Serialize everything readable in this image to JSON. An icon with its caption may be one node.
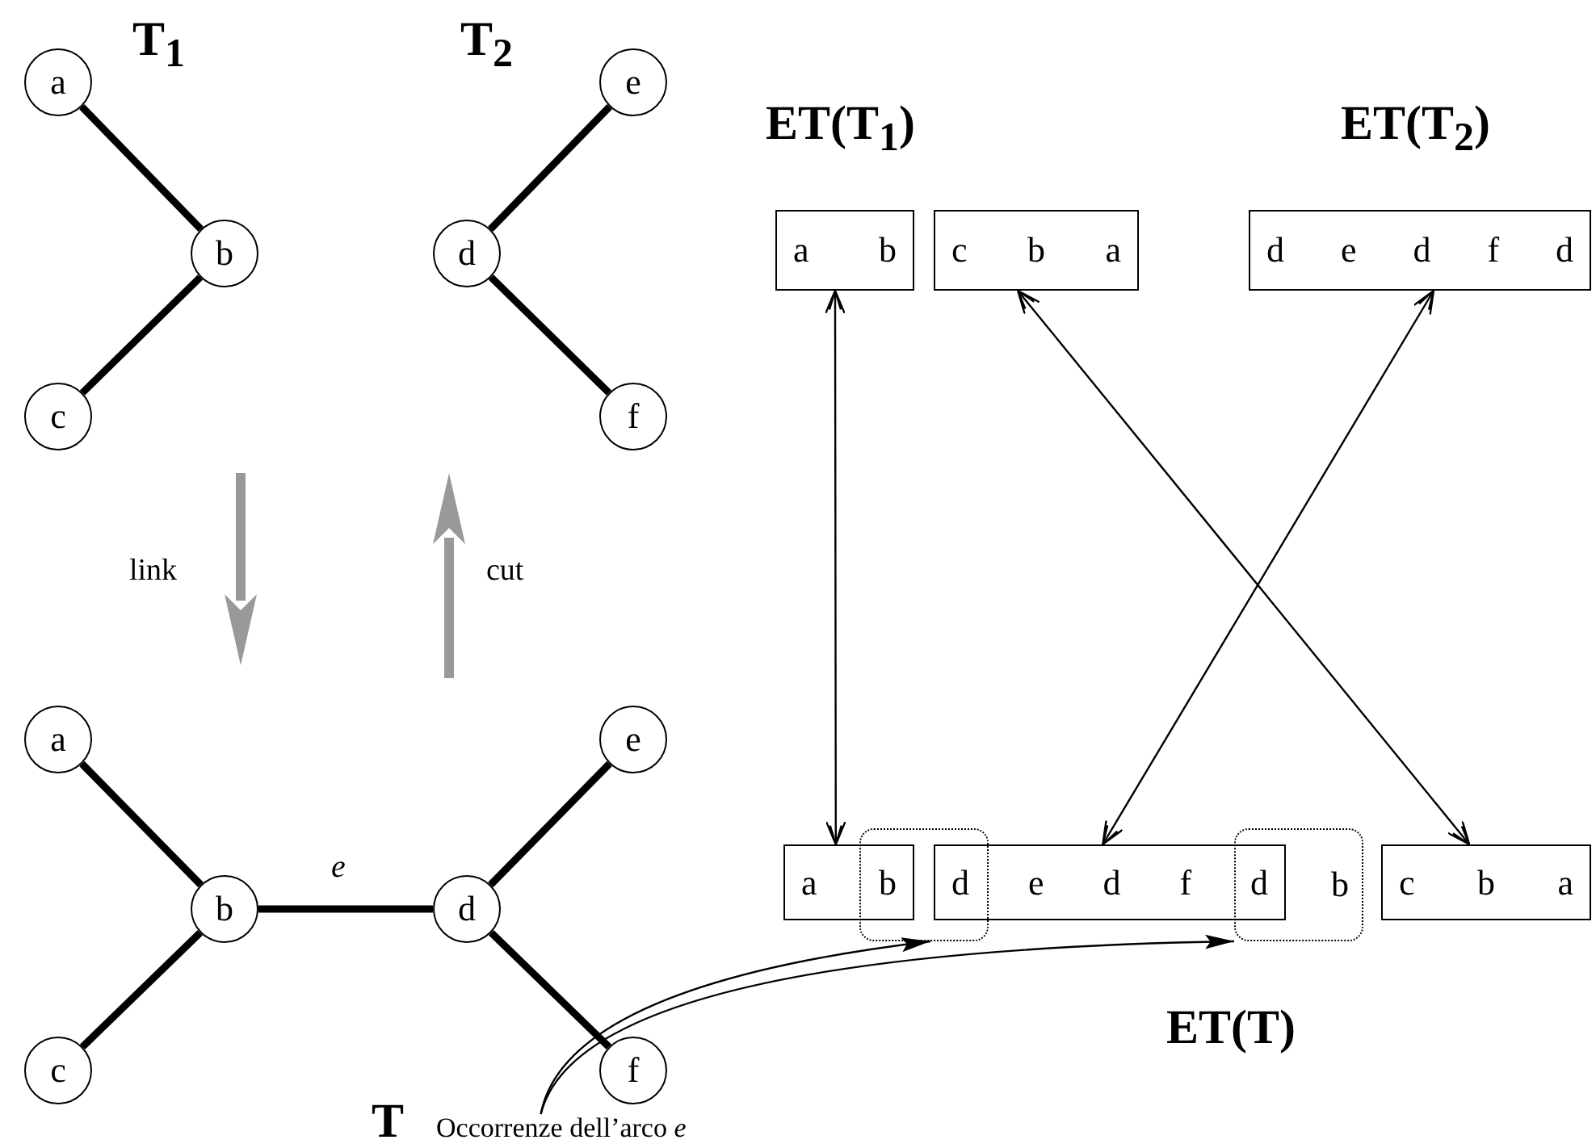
{
  "diagram": {
    "nodes": [
      {
        "text": [
          "a"
        ]
      },
      {
        "text": [
          "b"
        ]
      },
      {
        "text": [
          "c"
        ]
      },
      {
        "text": [
          "e"
        ]
      },
      {
        "text": [
          "d"
        ]
      },
      {
        "text": [
          "f"
        ]
      },
      {
        "text": [
          "a"
        ]
      },
      {
        "text": [
          "b"
        ]
      },
      {
        "text": [
          "c"
        ]
      },
      {
        "text": [
          "e"
        ]
      },
      {
        "text": [
          "d"
        ]
      },
      {
        "text": [
          "f"
        ]
      },
      {
        "text": [
          "a b"
        ]
      },
      {
        "text": [
          "c b a"
        ]
      },
      {
        "text": [
          "d e d f d"
        ]
      },
      {
        "text": [
          "a b"
        ]
      },
      {
        "text": [
          "d e d f d"
        ]
      },
      {
        "text": [
          "c b a"
        ]
      },
      {
        "text": [],
        "shape": "box"
      },
      {
        "text": [
          "b"
        ]
      },
      {
        "text": [
          "Occorrenze dell’arco *e*"
        ]
      }
    ],
    "edges": [
      {
        "from": 0,
        "to": 1,
        "arrow": "none"
      },
      {
        "from": 1,
        "to": 2,
        "arrow": "none"
      },
      {
        "from": 3,
        "to": 4,
        "arrow": "none"
      },
      {
        "from": 4,
        "to": 5,
        "arrow": "none"
      },
      {
        "from": 6,
        "to": 7,
        "arrow": "none"
      },
      {
        "from": 7,
        "to": 8,
        "arrow": "none"
      },
      {
        "from": 9,
        "to": 10,
        "arrow": "none"
      },
      {
        "from": 10,
        "to": 11,
        "arrow": "none"
      },
      {
        "from": 7,
        "to": 10,
        "arrow": "none",
        "label": "*e*"
      },
      {
        "from": 12,
        "to": 15,
        "arrow": "both"
      },
      {
        "from": 13,
        "to": 17,
        "arrow": "both"
      },
      {
        "from": 14,
        "to": 16,
        "arrow": "both"
      },
      {
        "from": 20,
        "to": 18,
        "arrow": "to"
      },
      {
        "from": 20,
        "to": 19,
        "arrow": "to"
      }
    ],
    "labels": [
      "T$_{1}$",
      "T$_{2}$",
      "ET(T$_{1}$)",
      "ET(T$_{2}$)",
      "link",
      "cut",
      "ET(T)",
      "T"
    ]
  }
}
